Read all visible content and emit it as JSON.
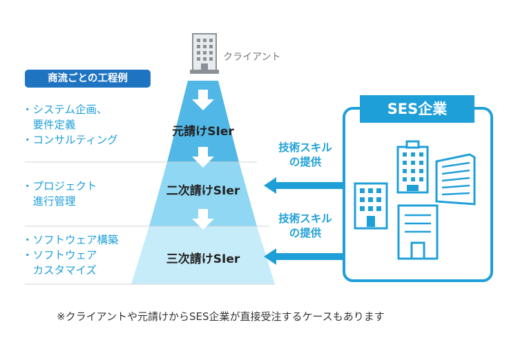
{
  "client": {
    "label": "クライアント",
    "icon": "office-building-icon"
  },
  "process_badge": "商流ごとの工程例",
  "process_groups": [
    {
      "lines": [
        "・システム企画、",
        "　要件定義",
        "・コンサルティング"
      ]
    },
    {
      "lines": [
        "・プロジェクト",
        "　進行管理"
      ]
    },
    {
      "lines": [
        "・ソフトウェア構築",
        "・ソフトウェア",
        "　カスタマイズ"
      ]
    }
  ],
  "tiers": [
    "元請けSIer",
    "二次請けSIer",
    "三次請けSIer"
  ],
  "skill_labels": [
    [
      "技術スキル",
      "の提供"
    ],
    [
      "技術スキル",
      "の提供"
    ]
  ],
  "ses": {
    "title": "SES企業",
    "icon": "buildings-icon"
  },
  "footnote": "※クライアントや元請けからSES企業が直接受注するケースもあります",
  "colors": {
    "tier1": "#51b7e6",
    "tier2": "#8fd7f2",
    "tier3": "#c7ecf9",
    "accent": "#1f9fd8",
    "badge": "#1f74c2",
    "divider": "#cfd4d8"
  }
}
